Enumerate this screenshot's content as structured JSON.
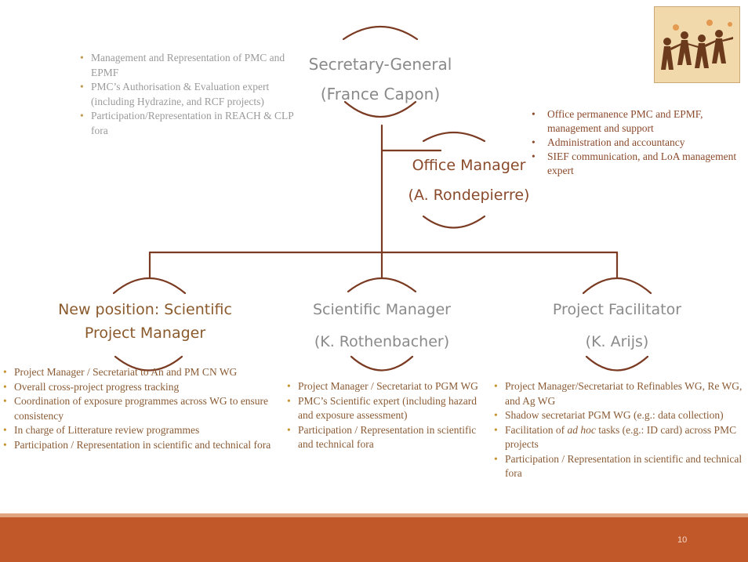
{
  "top": {
    "bullets": [
      "Management and Representation of PMC and EPMF",
      "PMC’s Authorisation & Evaluation expert (including Hydrazine, and RCF projects)",
      "Participation/Representation in REACH & CLP fora"
    ],
    "secretary": {
      "title": "Secretary-General",
      "name": "(France Capon)"
    }
  },
  "office": {
    "title": "Office Manager",
    "name": "(A. Rondepierre)",
    "bullets": [
      "Office permanence PMC and EPMF, management and support",
      "Administration and accountancy",
      "SIEF communication, and LoA management expert"
    ]
  },
  "nodes": {
    "left": {
      "title_line1": "New position: Scientific",
      "title_line2": "Project Manager"
    },
    "center": {
      "title": "Scientific Manager",
      "name": "(K. Rothenbacher)"
    },
    "right": {
      "title": "Project Facilitator",
      "name": "(K. Arijs)"
    }
  },
  "lists": {
    "left": [
      "Project Manager / Secretariat to An and PM CN WG",
      "Overall cross-project progress tracking",
      "Coordination of exposure programmes across WG to ensure consistency",
      "In charge of Litterature review programmes",
      "Participation / Representation in scientific and technical fora"
    ],
    "center": [
      "Project Manager / Secretariat to PGM WG",
      "PMC’s Scientific expert (including hazard and exposure assessment)",
      "Participation / Representation in scientific and technical fora"
    ],
    "right_1": "Project Manager/Secretariat to Refinables WG, Re WG, and Ag WG",
    "right_2": "Shadow secretariat PGM WG (e.g.: data collection)",
    "right_3_pre": "Facilitation of ",
    "right_3_em": "ad hoc",
    "right_3_post": " tasks (e.g.: ID card) across PMC projects",
    "right_4": "Participation / Representation in scientific and technical fora"
  },
  "footer": {
    "page_number": "10"
  },
  "colors": {
    "line": "#7a3b22",
    "footer": "#c0582a",
    "gray_text": "#8a8a8a",
    "brown_text": "#8a5a2c"
  },
  "icons": {
    "corner_image": "people-holding-hands-icon"
  }
}
